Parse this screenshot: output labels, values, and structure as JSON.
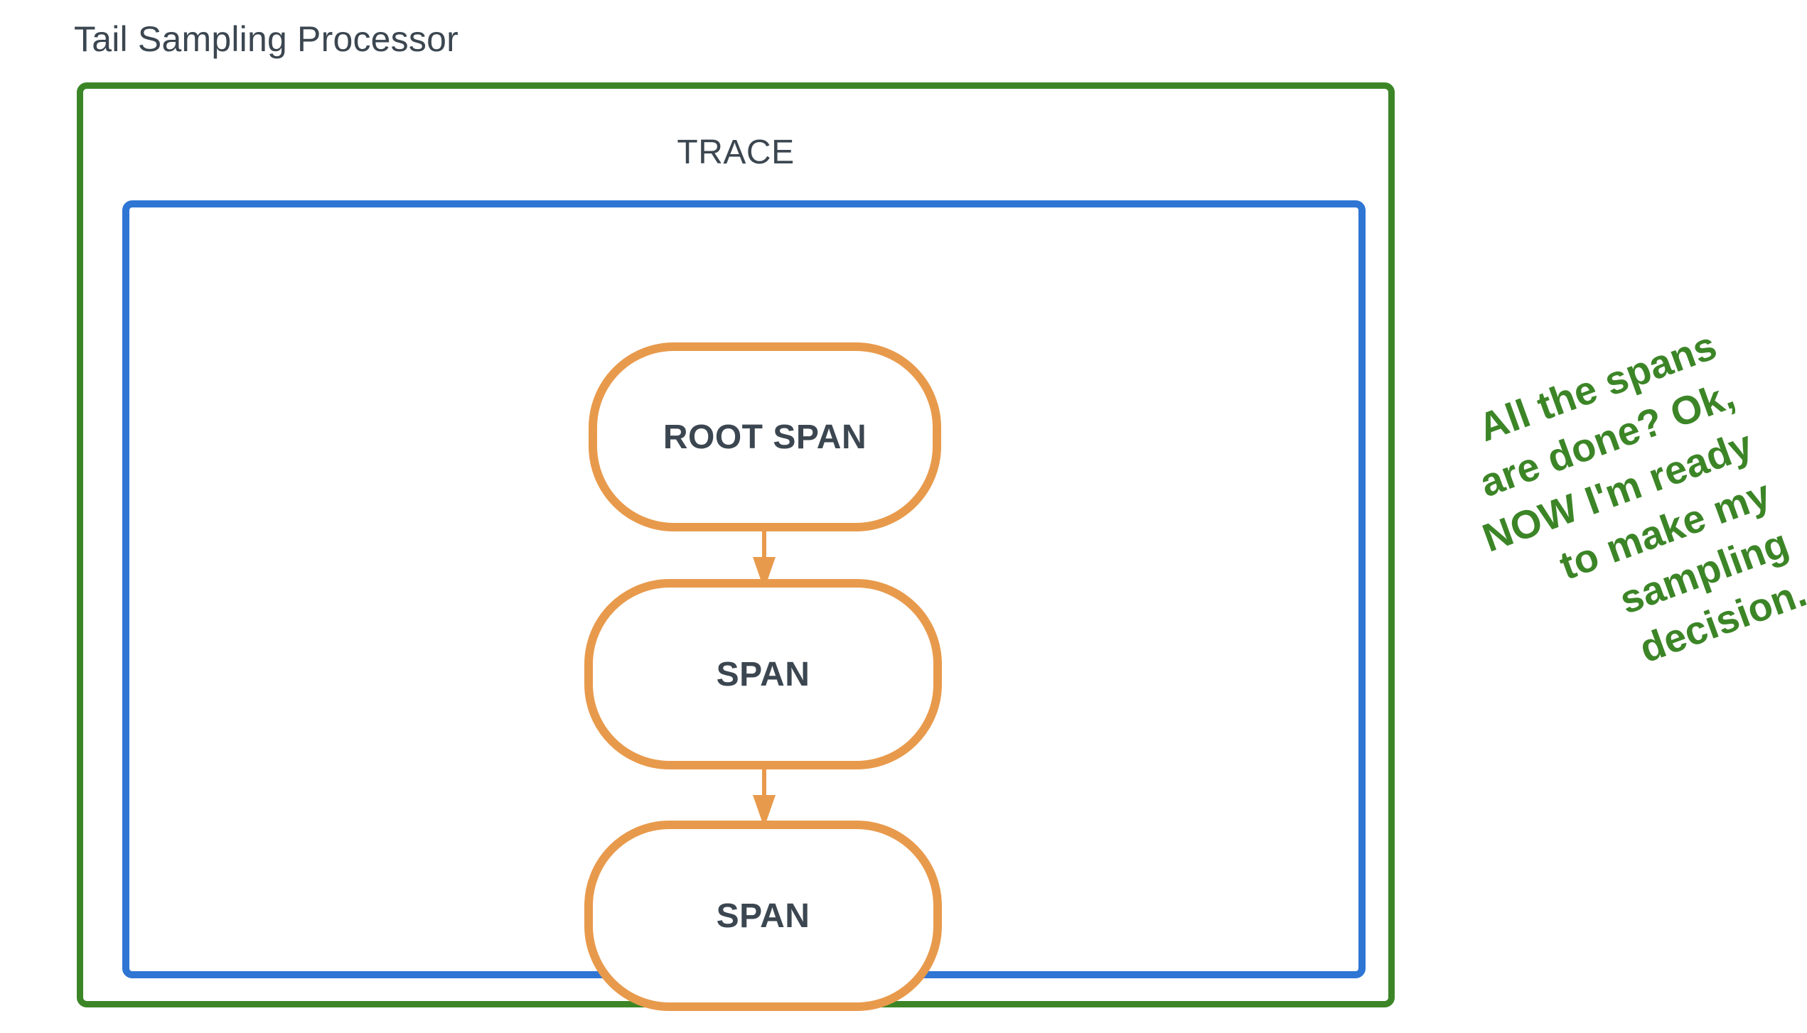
{
  "diagram": {
    "title": "Tail Sampling Processor",
    "colors": {
      "processor_border": "#3c8527",
      "trace_border": "#2e75d4",
      "span_border": "#e89a4c",
      "text_dark": "#3b4650",
      "annotation_green": "#3c8527",
      "background": "#ffffff"
    }
  },
  "processor": {
    "label": "Tail Sampling Processor"
  },
  "trace": {
    "label": "TRACE",
    "spans": [
      {
        "label": "ROOT SPAN",
        "role": "root"
      },
      {
        "label": "SPAN",
        "role": "child"
      },
      {
        "label": "SPAN",
        "role": "child"
      }
    ],
    "arrows": [
      {
        "from": "ROOT SPAN",
        "to": "SPAN",
        "direction": "down"
      },
      {
        "from": "SPAN",
        "to": "SPAN",
        "direction": "down"
      }
    ]
  },
  "annotation": {
    "rotation_degrees": -20,
    "lines": [
      "All the spans",
      "are done? Ok,",
      "NOW I'm ready",
      "to make my",
      "sampling",
      "decision."
    ],
    "full_text": "All the spans are done? Ok, NOW I'm ready to make my sampling decision."
  }
}
